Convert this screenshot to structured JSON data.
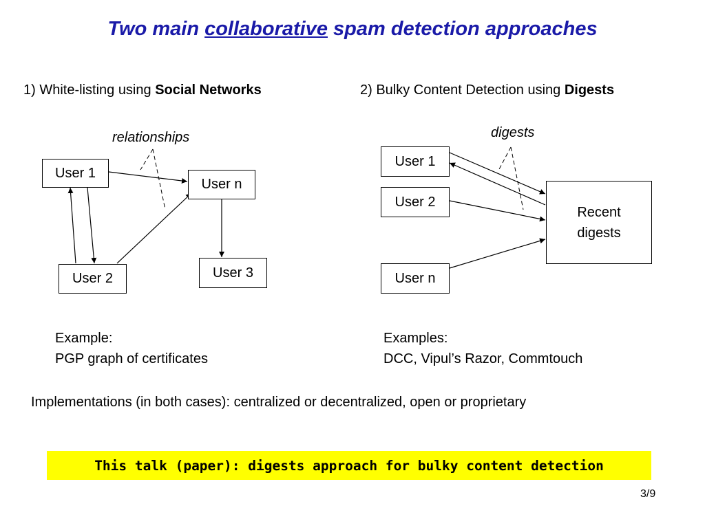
{
  "slide": {
    "title": {
      "part1": "Two main ",
      "underlined": "collaborative",
      "part2": " spam detection approaches",
      "color": "#1a1aa8"
    },
    "left_heading": {
      "plain": "1) White-listing  using ",
      "bold": "Social Networks"
    },
    "right_heading": {
      "plain": "2) Bulky Content Detection using ",
      "bold": "Digests"
    },
    "left_diagram": {
      "annotation": "relationships",
      "nodes": {
        "user1": "User 1",
        "usern": "User n",
        "user2": "User 2",
        "user3": "User 3"
      }
    },
    "right_diagram": {
      "annotation": "digests",
      "nodes": {
        "user1": "User 1",
        "user2": "User 2",
        "usern": "User n"
      },
      "store": {
        "line1": "Recent",
        "line2": "digests"
      }
    },
    "left_example": {
      "label": "Example:",
      "text": "PGP graph of certificates"
    },
    "right_example": {
      "label": "Examples:",
      "text": "DCC, Vipul’s Razor, Commtouch"
    },
    "implementations": "Implementations (in both cases): centralized or decentralized, open or proprietary",
    "banner": {
      "text": "This talk (paper): digests approach for bulky content detection",
      "color": "#ffff00"
    },
    "page_number": "3/9"
  }
}
